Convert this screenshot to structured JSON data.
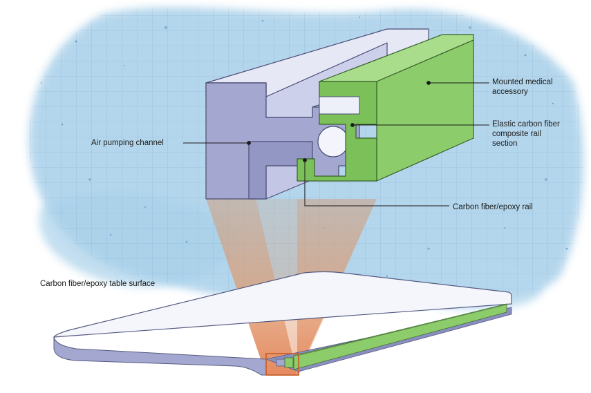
{
  "labels": {
    "mounted_accessory": "Mounted medical accessory",
    "elastic_rail_section": "Elastic carbon fiber composite rail section",
    "air_channel": "Air pumping channel",
    "epoxy_rail": "Carbon fiber/epoxy rail",
    "table_surface": "Carbon fiber/epoxy table surface"
  },
  "colors": {
    "accessory_green": "#8dcc6a",
    "rail_lavender": "#a4a7cf",
    "highlight_box": "#c9622f",
    "watercolor_blue": "#9cc9e6"
  }
}
